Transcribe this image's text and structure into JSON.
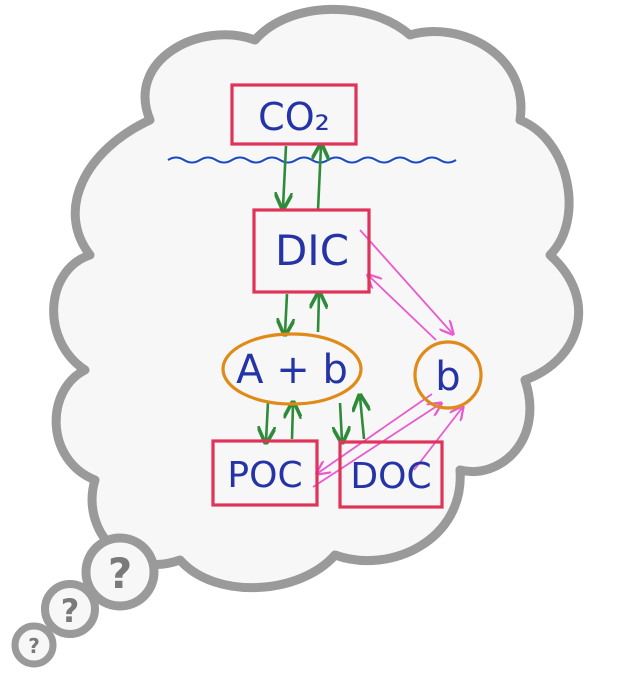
{
  "diagram": {
    "nodes": {
      "co2": {
        "label": "CO₂"
      },
      "dic": {
        "label": "DIC"
      },
      "a_plus_b": {
        "label": "A + b"
      },
      "b": {
        "label": "b"
      },
      "poc": {
        "label": "POC"
      },
      "doc": {
        "label": "DOC"
      }
    },
    "bubbles": {
      "large": {
        "label": "?"
      },
      "medium": {
        "label": "?"
      },
      "small": {
        "label": "?"
      }
    },
    "colors": {
      "box_stroke": "#e0335a",
      "ellipse_stroke": "#e08a18",
      "green_arrow": "#2e8b3a",
      "pink_arrow": "#e85bd0",
      "water_line": "#1a49c8",
      "text": "#2433a6",
      "cloud_outline": "#9a9a9a",
      "cloud_fill": "#f7f7f7"
    }
  }
}
